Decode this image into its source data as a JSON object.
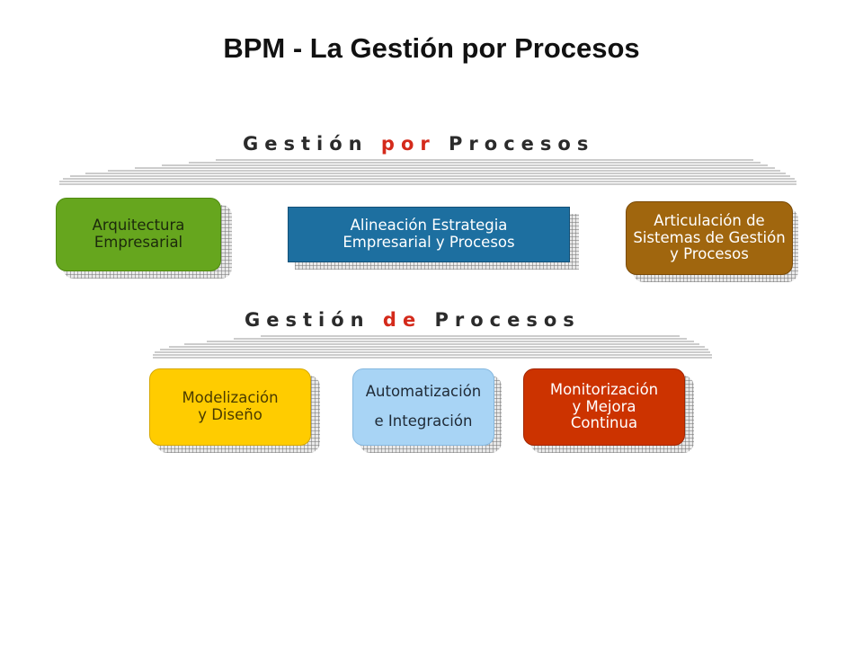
{
  "title": "BPM - La Gestión por Procesos",
  "heading_top": {
    "before": "Gestión ",
    "highlight": "por",
    "after": " Procesos"
  },
  "heading_bottom": {
    "before": "Gestión ",
    "highlight": "de",
    "after": " Procesos"
  },
  "boxes_top": [
    {
      "name": "arquitectura-empresarial",
      "label": "Arquitectura\nEmpresarial",
      "color": "#66a61e",
      "border": "#4e8a10",
      "text_color": "#1c2a0c"
    },
    {
      "name": "alineacion-estrategia",
      "label": "Alineación Estrategia\nEmpresarial y Procesos",
      "color": "#1d6fa0",
      "border": "#135077",
      "text_color": "#ffffff"
    },
    {
      "name": "articulacion-sistemas",
      "label": "Articulación de\nSistemas de Gestión\ny Procesos",
      "color": "#a0660e",
      "border": "#7a4a06",
      "text_color": "#ffffff"
    }
  ],
  "boxes_bottom": [
    {
      "name": "modelizacion-diseno",
      "label": "Modelización\ny Diseño",
      "color": "#ffcc00",
      "border": "#d6a800",
      "text_color": "#4a3b00"
    },
    {
      "name": "automatizacion-integracion",
      "label": "Automatización\n\ne Integración",
      "color": "#a8d4f5",
      "border": "#86b8df",
      "text_color": "#1f2a36"
    },
    {
      "name": "monitorizacion-mejora",
      "label": "Monitorización\ny Mejora\nContinua",
      "color": "#cc3300",
      "border": "#a22600",
      "text_color": "#ffffff"
    }
  ]
}
